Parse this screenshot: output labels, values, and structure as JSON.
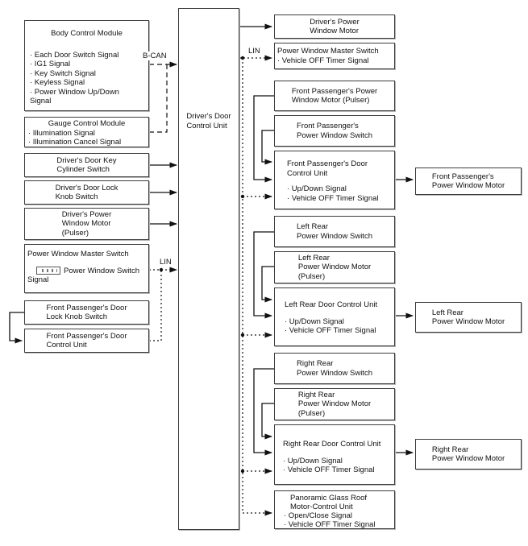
{
  "labels": {
    "bcan": "B-CAN",
    "lin_left": "LIN",
    "lin_right": "LIN"
  },
  "boxes": {
    "bcm": {
      "title": "Body Control Module",
      "items": [
        "· Each Door Switch Signal",
        "· IG1 Signal",
        "· Key Switch Signal",
        "· Keyless Signal",
        "· Power Window Up/Down Signal"
      ]
    },
    "gauge": {
      "title": "Gauge Control Module",
      "items": [
        "· Illumination Signal",
        "· Illumination Cancel Signal"
      ]
    },
    "key_cyl": {
      "lines": [
        "Driver's Door Key",
        "Cylinder Switch"
      ]
    },
    "lock_knob": {
      "lines": [
        "Driver's Door Lock",
        "Knob Switch"
      ]
    },
    "drv_pulser": {
      "lines": [
        "Driver's Power",
        "Window Motor",
        "(Pulser)"
      ]
    },
    "master": {
      "title": "Power Window Master Switch",
      "switch_label": "Power Window Switch Signal"
    },
    "fp_lock": {
      "lines": [
        "Front Passenger's Door",
        "Lock Knob Switch"
      ]
    },
    "fp_ctrl_left": {
      "lines": [
        "Front Passenger's Door",
        "Control Unit"
      ]
    },
    "ddcu": {
      "lines": [
        "Driver's Door",
        "Control Unit"
      ]
    },
    "drv_motor": {
      "lines": [
        "Driver's Power",
        "Window Motor"
      ]
    },
    "pwms_right": {
      "lines": [
        "Power Window Master Switch",
        "· Vehicle OFF Timer Signal"
      ]
    },
    "fp_pulser": {
      "lines": [
        "Front Passenger's Power",
        "Window Motor (Pulser)"
      ]
    },
    "fp_switch": {
      "lines": [
        "Front Passenger's",
        "Power Window Switch"
      ]
    },
    "fp_ctrl": {
      "title_lines": [
        "Front Passenger's Door",
        "Control Unit"
      ],
      "items": [
        "· Up/Down Signal",
        "· Vehicle OFF Timer Signal"
      ]
    },
    "lr_switch": {
      "lines": [
        "Left Rear",
        "Power Window Switch"
      ]
    },
    "lr_pulser": {
      "lines": [
        "Left Rear",
        "Power Window Motor",
        "(Pulser)"
      ]
    },
    "lr_ctrl": {
      "title": "Left Rear Door Control Unit",
      "items": [
        "· Up/Down Signal",
        "· Vehicle OFF Timer Signal"
      ]
    },
    "rr_switch": {
      "lines": [
        "Right Rear",
        "Power Window Switch"
      ]
    },
    "rr_pulser": {
      "lines": [
        "Right Rear",
        "Power Window Motor",
        "(Pulser)"
      ]
    },
    "rr_ctrl": {
      "title": "Right Rear Door Control Unit",
      "items": [
        "· Up/Down Signal",
        "· Vehicle OFF Timer Signal"
      ]
    },
    "pano": {
      "title_lines": [
        "Panoramic Glass Roof",
        "Motor-Control Unit"
      ],
      "items": [
        "· Open/Close Signal",
        "· Vehicle OFF Timer Signal"
      ]
    },
    "fp_motor": {
      "lines": [
        "Front Passenger's",
        "Power Window Motor"
      ]
    },
    "lr_motor": {
      "lines": [
        "Left Rear",
        "Power Window Motor"
      ]
    },
    "rr_motor": {
      "lines": [
        "Right Rear",
        "Power Window Motor"
      ]
    }
  },
  "colors": {
    "wire": "#111111",
    "box_border": "#3c3c3c",
    "background": "#ffffff"
  }
}
